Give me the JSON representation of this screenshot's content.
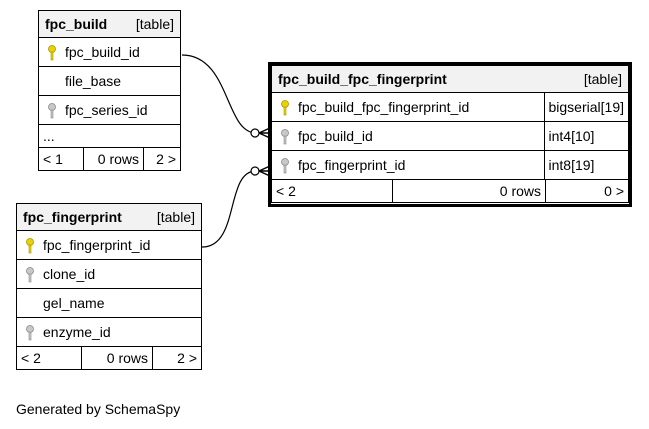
{
  "tables": {
    "fpc_build": {
      "name": "fpc_build",
      "tag": "[table]",
      "columns": [
        {
          "name": "fpc_build_id",
          "key": "primary"
        },
        {
          "name": "file_base",
          "key": "none"
        },
        {
          "name": "fpc_series_id",
          "key": "foreign"
        }
      ],
      "more": "...",
      "footer": {
        "left": "< 1",
        "middle": "0 rows",
        "right": "2 >"
      }
    },
    "fpc_fingerprint": {
      "name": "fpc_fingerprint",
      "tag": "[table]",
      "columns": [
        {
          "name": "fpc_fingerprint_id",
          "key": "primary"
        },
        {
          "name": "clone_id",
          "key": "foreign"
        },
        {
          "name": "gel_name",
          "key": "none"
        },
        {
          "name": "enzyme_id",
          "key": "foreign"
        }
      ],
      "footer": {
        "left": "< 2",
        "middle": "0 rows",
        "right": "2 >"
      }
    },
    "fpc_build_fpc_fingerprint": {
      "name": "fpc_build_fpc_fingerprint",
      "tag": "[table]",
      "columns": [
        {
          "name": "fpc_build_fpc_fingerprint_id",
          "type": "bigserial[19]",
          "key": "primary"
        },
        {
          "name": "fpc_build_id",
          "type": "int4[10]",
          "key": "foreign"
        },
        {
          "name": "fpc_fingerprint_id",
          "type": "int8[19]",
          "key": "foreign"
        }
      ],
      "footer": {
        "left": "< 2",
        "middle": "0 rows",
        "right": "0 >"
      }
    }
  },
  "colors": {
    "primary_key": "#e8d200",
    "foreign_key": "#b8b8b8",
    "header_bg": "#f2f2f2"
  },
  "generated_by": "Generated by SchemaSpy"
}
